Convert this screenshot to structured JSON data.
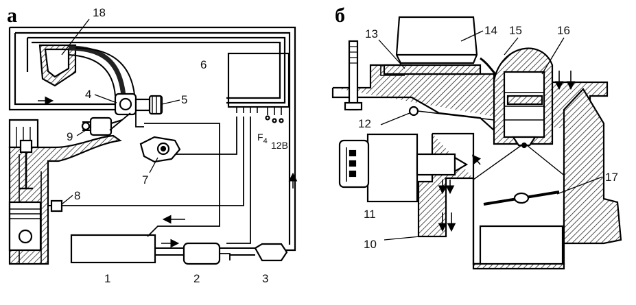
{
  "panels": {
    "a": "а",
    "b": "б"
  },
  "labels": {
    "l1": "1",
    "l2": "2",
    "l3": "3",
    "l4": "4",
    "l5": "5",
    "l6": "6",
    "l7": "7",
    "l8": "8",
    "l9": "9",
    "l10": "10",
    "l11": "11",
    "l12": "12",
    "l13": "13",
    "l14": "14",
    "l15": "15",
    "l16": "16",
    "l17": "17",
    "l18": "18",
    "f4": "F",
    "f4_sub": "4",
    "v12": "12В"
  }
}
